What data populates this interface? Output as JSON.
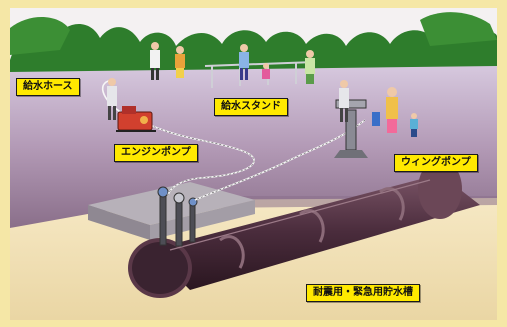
{
  "labels": {
    "hose": "給水ホース",
    "stand": "給水スタンド",
    "engine_pump": "エンジンポンプ",
    "wing_pump": "ウィングポンプ",
    "tank": "耐震用・緊急用貯水槽"
  },
  "colors": {
    "label_fill": "#ffe900",
    "frame": "#f5e7a6",
    "sky": "#f4f1f2",
    "ground_top": "#cfc1d9",
    "ground_bottom": "#8a6f8a",
    "soil": "#f2e2b8",
    "tank": "#4a2c3c",
    "trees": "#2e7d2c"
  }
}
